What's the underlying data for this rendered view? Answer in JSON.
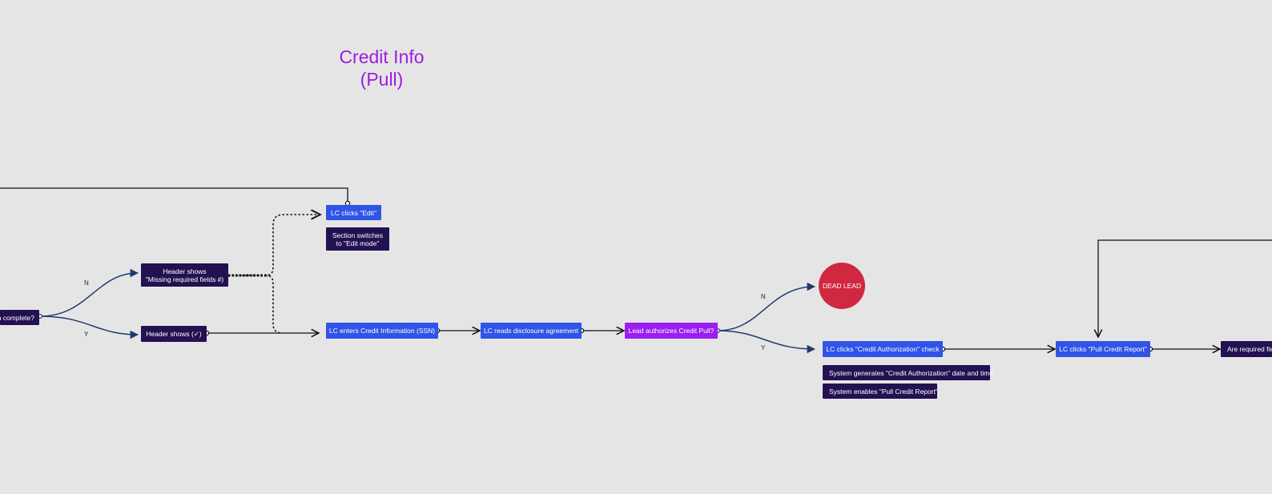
{
  "title": "Credit Info (Pull)",
  "edge_labels": {
    "no": "N",
    "yes": "Y"
  },
  "nodes": {
    "complete_question": "n complete?",
    "header_missing": "Header shows\n\"Missing required fields #)",
    "header_check": "Header shows (✓)",
    "lc_clicks_edit": "LC clicks \"Edit\"",
    "section_switches": "Section switches\nto \"Edit mode\"",
    "lc_enters_credit": "LC enters Credit Information (SSN)",
    "lc_reads_disclosure": "LC reads disclosure agreement",
    "lead_authorizes": "Lead authorizes Credit Pull?",
    "dead_lead": "DEAD LEAD",
    "lc_clicks_credit_auth": "LC clicks \"Credit Authorization\" check",
    "system_generates": "System generates \"Credit Authorization\" date and time",
    "system_enables": "System enables \"Pull Credit Report\"",
    "lc_clicks_pull": "LC clicks \"Pull Credit Report\"",
    "are_required": "Are required fiel"
  },
  "colors": {
    "background": "#e6e5e6",
    "title": "#9b1ee0",
    "action_node": "#2f54e6",
    "system_node": "#231152",
    "decision_node": "#9a1ef0",
    "terminal_node": "#d02840",
    "connector": "#1f3a6e"
  }
}
